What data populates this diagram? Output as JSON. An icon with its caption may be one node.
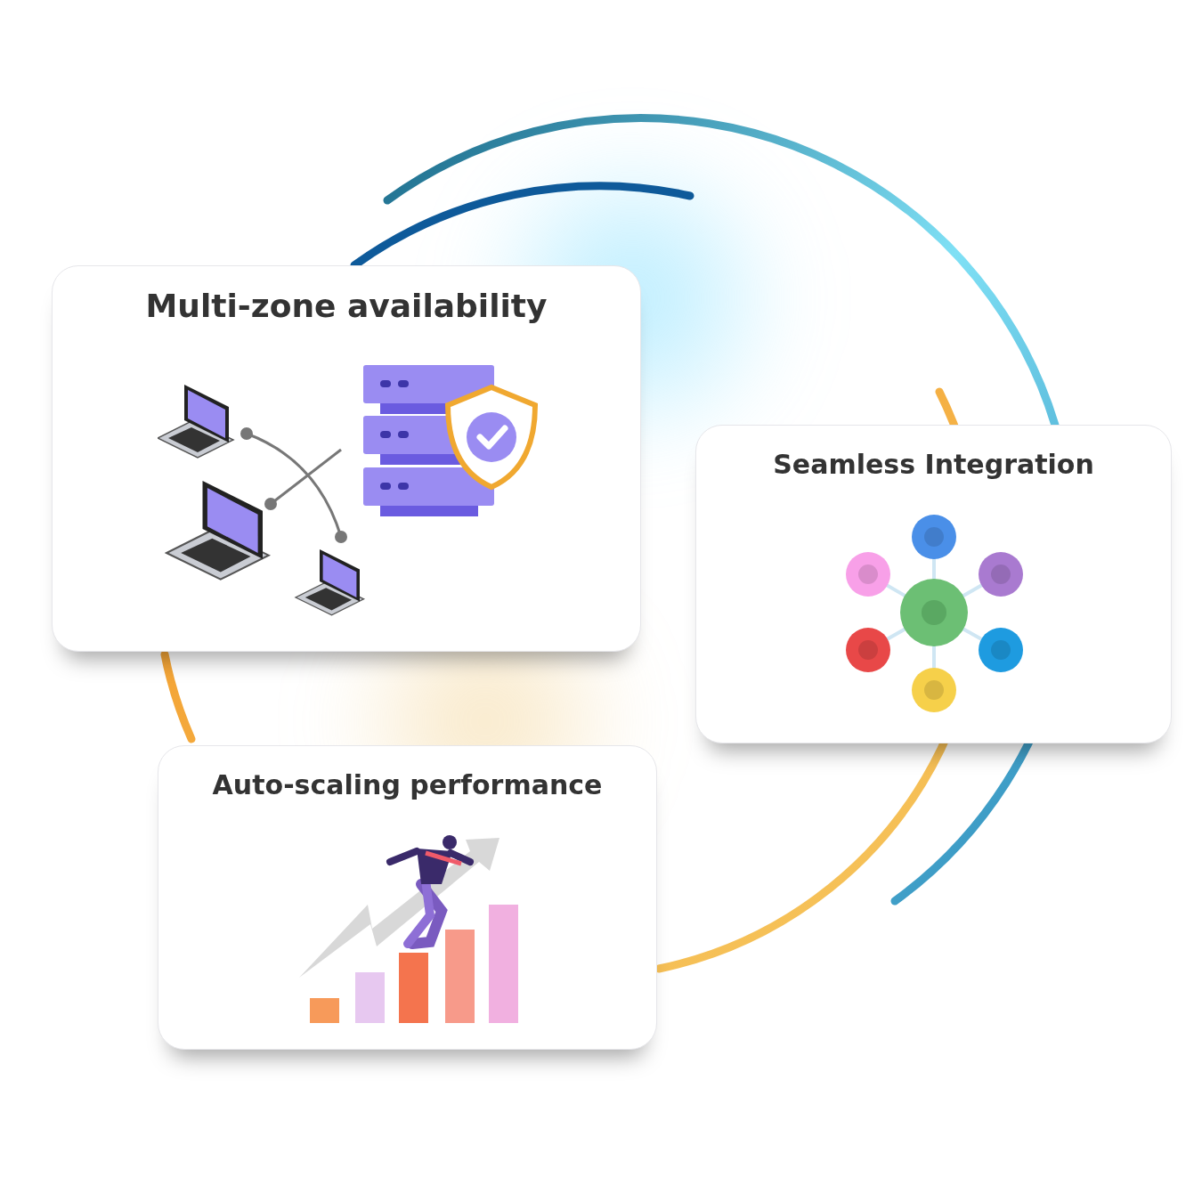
{
  "diagram": {
    "nodes": [
      {
        "text": [
          "Multi-zone availability"
        ]
      },
      {
        "text": [
          "Seamless Integration"
        ]
      },
      {
        "text": [
          "Auto-scaling performance"
        ]
      }
    ]
  }
}
